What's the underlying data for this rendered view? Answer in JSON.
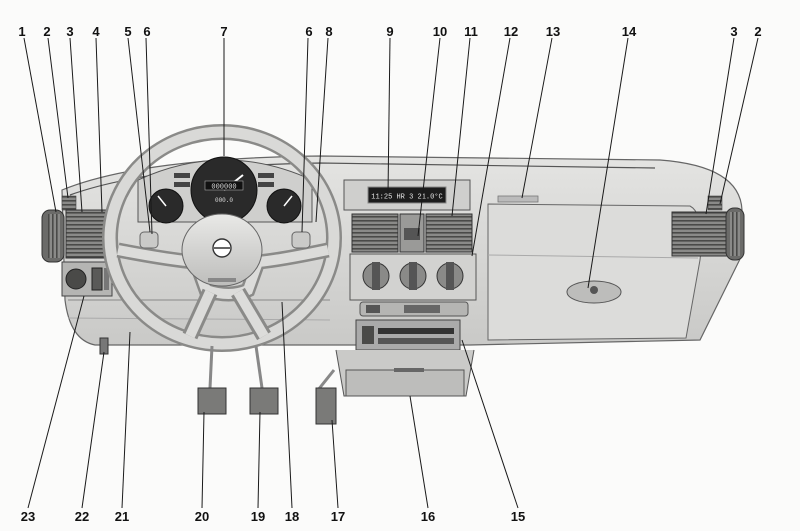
{
  "labels_top": [
    {
      "id": "l1",
      "text": "1"
    },
    {
      "id": "l2a",
      "text": "2"
    },
    {
      "id": "l3a",
      "text": "3"
    },
    {
      "id": "l4",
      "text": "4"
    },
    {
      "id": "l5",
      "text": "5"
    },
    {
      "id": "l6a",
      "text": "6"
    },
    {
      "id": "l7",
      "text": "7"
    },
    {
      "id": "l6b",
      "text": "6"
    },
    {
      "id": "l8",
      "text": "8"
    },
    {
      "id": "l9",
      "text": "9"
    },
    {
      "id": "l10",
      "text": "10"
    },
    {
      "id": "l11",
      "text": "11"
    },
    {
      "id": "l12",
      "text": "12"
    },
    {
      "id": "l13",
      "text": "13"
    },
    {
      "id": "l14",
      "text": "14"
    },
    {
      "id": "l3b",
      "text": "3"
    },
    {
      "id": "l2b",
      "text": "2"
    }
  ],
  "labels_bottom": [
    {
      "id": "l23",
      "text": "23"
    },
    {
      "id": "l22",
      "text": "22"
    },
    {
      "id": "l21",
      "text": "21"
    },
    {
      "id": "l20",
      "text": "20"
    },
    {
      "id": "l19",
      "text": "19"
    },
    {
      "id": "l18",
      "text": "18"
    },
    {
      "id": "l17",
      "text": "17"
    },
    {
      "id": "l16",
      "text": "16"
    },
    {
      "id": "l15",
      "text": "15"
    }
  ],
  "instrument": {
    "odometer": "000000",
    "trip": "000.0",
    "display": "11:25   HR 3   21.0°C"
  },
  "colors": {
    "dash": "#d6d6d4",
    "dash_dark": "#9a9a98",
    "vent": "#6b6b69",
    "gauge": "#2a2a2a",
    "line": "#1a1a1a"
  }
}
